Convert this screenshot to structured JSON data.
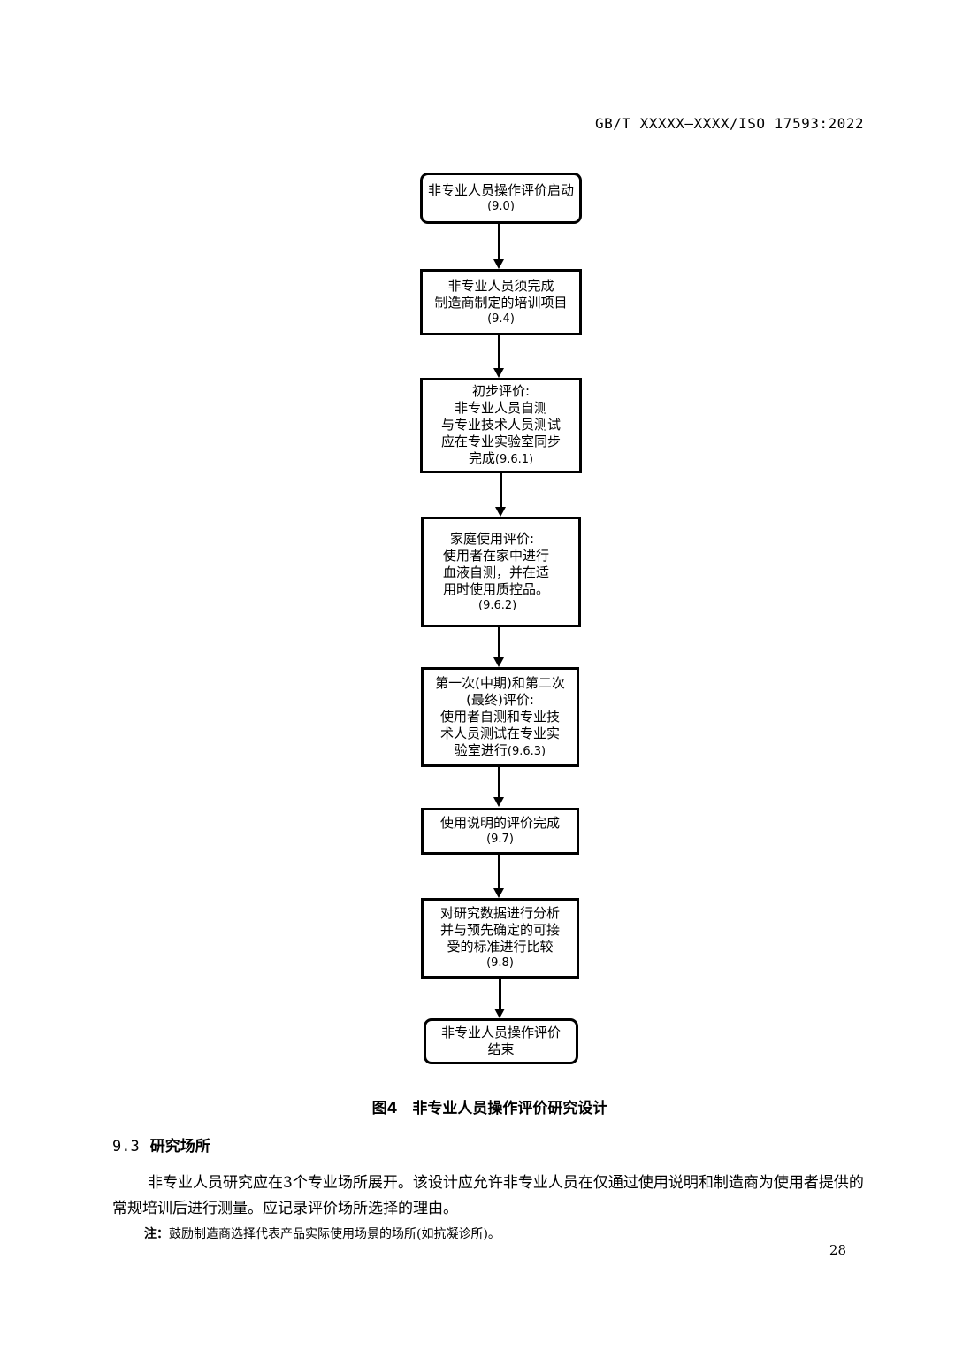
{
  "header": {
    "standard_number": "GB/T XXXXX—XXXX/ISO 17593:2022"
  },
  "flowchart": {
    "steps": [
      {
        "lines": [
          "非专业人员操作评价启动"
        ],
        "ref": "(9.0)"
      },
      {
        "lines": [
          "非专业人员须完成",
          "制造商制定的培训项目"
        ],
        "ref": "(9.4)"
      },
      {
        "lines": [
          "初步评价:",
          "非专业人员自测",
          "与专业技术人员测试",
          "应在专业实验室同步"
        ],
        "last_line": "完成",
        "ref": "(9.6.1)"
      },
      {
        "lines": [
          "家庭使用评价:",
          "使用者在家中进行",
          "血液自测，并在适",
          "用时使用质控品。"
        ],
        "ref": "(9.6.2)"
      },
      {
        "lines": [
          "第一次(中期)和第二次",
          "(最终)评价:",
          "使用者自测和专业技",
          "术人员测试在专业实"
        ],
        "last_line": "验室进行",
        "ref": "(9.6.3)"
      },
      {
        "lines": [
          "使用说明的评价完成"
        ],
        "ref": "(9.7)"
      },
      {
        "lines": [
          "对研究数据进行分析",
          "并与预先确定的可接",
          "受的标准进行比较"
        ],
        "ref": "(9.8)"
      },
      {
        "lines": [
          "非专业人员操作评价",
          "结束"
        ]
      }
    ]
  },
  "figure": {
    "caption": "图4　非专业人员操作评价研究设计"
  },
  "section": {
    "number": "9.3",
    "title": "研究场所",
    "paragraph": "非专业人员研究应在3个专业场所展开。该设计应允许非专业人员在仅通过使用说明和制造商为使用者提供的常规培训后进行测量。应记录评价场所选择的理由。",
    "note_label": "注：",
    "note_text": "鼓励制造商选择代表产品实际使用场景的场所(如抗凝诊所)。"
  },
  "page_number": "28"
}
